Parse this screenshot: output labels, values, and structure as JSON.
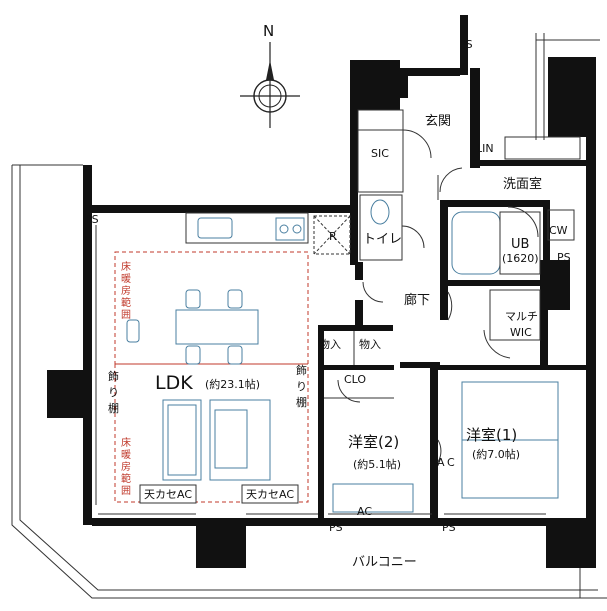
{
  "compass": {
    "north": "N"
  },
  "rooms": {
    "entrance": "玄関",
    "sic": "SIC",
    "lin": "LIN",
    "washroom": "洗面室",
    "toilet": "トイレ",
    "ub": "UB",
    "ub_size": "(1620)",
    "cw": "CW",
    "corridor": "廊下",
    "multi_wic_1": "マルチ",
    "multi_wic_2": "WIC",
    "storage_1": "物入",
    "storage_2": "物入",
    "clo": "CLO",
    "ldk": "LDK",
    "ldk_area": "(約23.1帖)",
    "room2": "洋室(2)",
    "room2_area": "(約5.1帖)",
    "room1": "洋室(1)",
    "room1_area": "(約7.0帖)",
    "balcony": "バルコニー",
    "refrigerator": "R"
  },
  "labels": {
    "shelf_left_1": "飾",
    "shelf_left_2": "り",
    "shelf_left_3": "棚",
    "shelf_right_1": "飾",
    "shelf_right_2": "り",
    "shelf_right_3": "棚",
    "floor_heating_top": [
      "床",
      "暖",
      "房",
      "範",
      "囲"
    ],
    "floor_heating_bottom": [
      "床",
      "暖",
      "房",
      "範",
      "囲"
    ],
    "ceiling_ac_1": "天カセAC",
    "ceiling_ac_2": "天カセAC",
    "ac_room2": "AC",
    "ac_room1_a": "A",
    "ac_room1_b": "C",
    "ps_top": "PS",
    "ps_left": "PS",
    "ps_ub": "PS",
    "ps_bottom_1": "PS",
    "ps_bottom_2": "PS"
  },
  "colors": {
    "wall": "#111111",
    "line": "#333333",
    "fixture": "#4a7fa0",
    "floor_heating": "#c0392b"
  }
}
